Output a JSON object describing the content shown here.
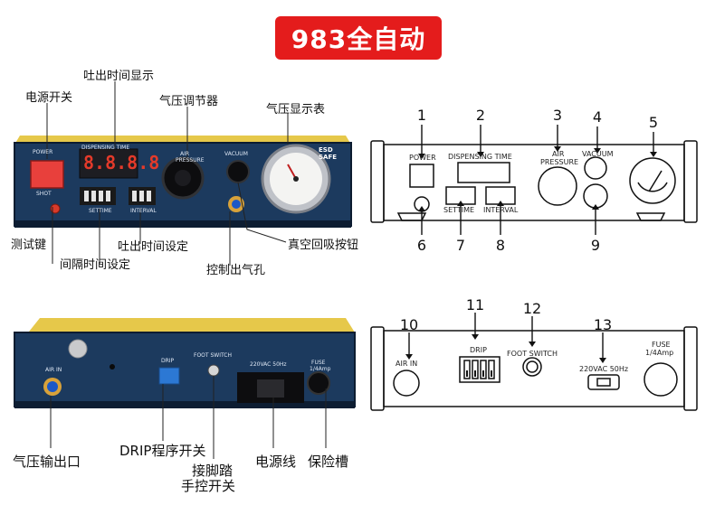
{
  "title": "983全自动",
  "front_photo": {
    "callouts": {
      "power_switch": "电源开关",
      "dispensing_time_display": "吐出时间显示",
      "air_regulator": "气压调节器",
      "pressure_gauge": "气压显示表",
      "test_key": "测试键",
      "interval_setting": "间隔时间设定",
      "dispensing_time_setting": "吐出时间设定",
      "vacuum_knob": "真空回吸按钮",
      "air_outlet": "控制出气孔"
    },
    "panel_text": {
      "power": "POWER",
      "shot": "SHOT",
      "dispensing_time": "DISPENSING TIME",
      "display_value": "8.8.8.8",
      "settime": "SETTIME",
      "interval": "INTERVAL",
      "air_pressure": "AIR PRESSURE",
      "vacuum": "VACUUM",
      "esd": "ESD SAFE"
    }
  },
  "front_diagram": {
    "numbers": [
      "1",
      "2",
      "3",
      "4",
      "5",
      "6",
      "7",
      "8",
      "9"
    ],
    "labels": {
      "power": "POWER",
      "dispensing_time": "DISPENSING TIME",
      "air": "AIR",
      "pressure": "PRESSURE",
      "vacuum": "VACUUM",
      "settime": "SETTIME",
      "interval": "INTERVAL"
    }
  },
  "back_photo": {
    "callouts": {
      "air_outlet": "气压输出口",
      "drip_switch": "DRIP程序开关",
      "foot_switch_line1": "接脚踏",
      "foot_switch_line2": "手控开关",
      "power_cord": "电源线",
      "fuse_slot": "保险槽"
    },
    "panel_text": {
      "air_in": "AIR IN",
      "drip": "DRIP",
      "foot_switch": "FOOT SWITCH",
      "voltage": "220VAC 50Hz",
      "fuse": "FUSE",
      "fuse_rating": "1/4Amp"
    }
  },
  "back_diagram": {
    "numbers": [
      "10",
      "11",
      "12",
      "13"
    ],
    "labels": {
      "air_in": "AIR IN",
      "drip": "DRIP",
      "foot_switch": "FOOT SWITCH",
      "voltage": "220VAC 50Hz",
      "fuse": "FUSE",
      "fuse_rating": "1/4Amp"
    }
  },
  "colors": {
    "title_bg": "#e41c1c",
    "panel_blue": "#1c3a5e",
    "power_red": "#e8403c",
    "hazard_yellow": "#e8c53a"
  }
}
